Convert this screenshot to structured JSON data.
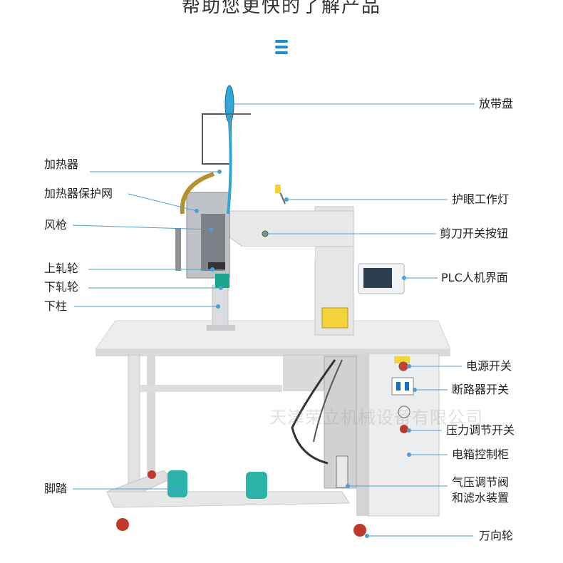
{
  "header": {
    "title": "帮助您更快的了解产品",
    "menu_icon": "menu-icon"
  },
  "labels": {
    "fang_dai_pan": "放带盘",
    "jia_re_qi": "加热器",
    "jia_re_qi_bao_hu_wang": "加热器保护网",
    "hu_yan_gong_zuo_deng": "护眼工作灯",
    "feng_qiang": "风枪",
    "jian_dao_kai_guan": "剪刀开关按钮",
    "shang_ya_lun": "上轧轮",
    "plc": "PLC人机界面",
    "xia_ya_lun": "下轧轮",
    "xia_zhu": "下柱",
    "dian_yuan_kai_guan": "电源开关",
    "duan_lu_qi_kai_guan": "断路器开关",
    "ya_li_tiao_jie": "压力调节开关",
    "dian_xiang": "电箱控制柜",
    "jiao_ta": "脚踏",
    "qi_ya_line1": "气压调节阀",
    "qi_ya_line2": "和滤水装置",
    "wan_xiang_lun": "万向轮"
  },
  "watermark": "天津荣立机械设备有限公司",
  "colors": {
    "accent": "#1a8fd8",
    "leader_line": "#4a9fd4",
    "machine_body": "#e4e5e7",
    "machine_shadow": "#c9cbce",
    "pedal": "#2bb3a7",
    "caster": "#c0392b"
  }
}
